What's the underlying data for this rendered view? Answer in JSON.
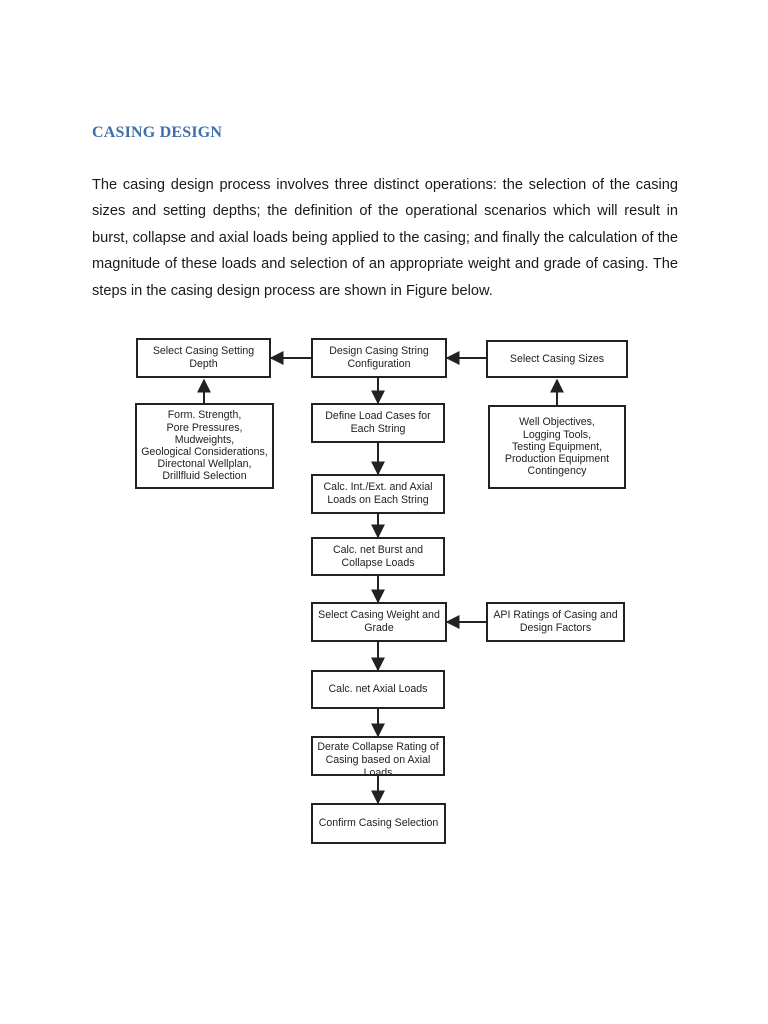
{
  "document": {
    "heading": "CASING DESIGN",
    "paragraph": "The casing design process involves three distinct operations: the selection of the casing sizes and setting depths; the definition of the operational scenarios which will result in burst, collapse and axial loads being applied to the casing; and finally the calculation of the magnitude of these loads and selection of an appropriate weight and grade of casing. The steps in the casing design process are shown in Figure below."
  },
  "flowchart": {
    "select_setting_depth": "Select Casing Setting Depth",
    "design_configuration": "Design Casing String Configuration",
    "select_casing_sizes": "Select Casing Sizes",
    "depth_inputs": [
      "Form. Strength,",
      "Pore Pressures,",
      "Mudweights,",
      "Geological Considerations,",
      "Directonal Wellplan,",
      "Drillfluid  Selection"
    ],
    "define_load_cases": "Define Load Cases for Each String",
    "size_inputs": [
      "Well  Objectives,",
      "Logging Tools,",
      "Testing  Equipment,",
      "Production Equipment",
      "Contingency"
    ],
    "calc_int_ext_axial": "Calc. Int./Ext. and Axial Loads on Each String",
    "calc_burst_collapse": "Calc. net Burst and Collapse Loads",
    "select_weight_grade": "Select Casing Weight and Grade",
    "api_ratings": "API Ratings of Casing and Design Factors",
    "calc_axial_loads": "Calc. net Axial Loads",
    "derate_collapse": [
      "Derate Collapse Rating of",
      "Casing based on Axial",
      "Loads"
    ],
    "confirm_selection": "Confirm Casing Selection"
  }
}
